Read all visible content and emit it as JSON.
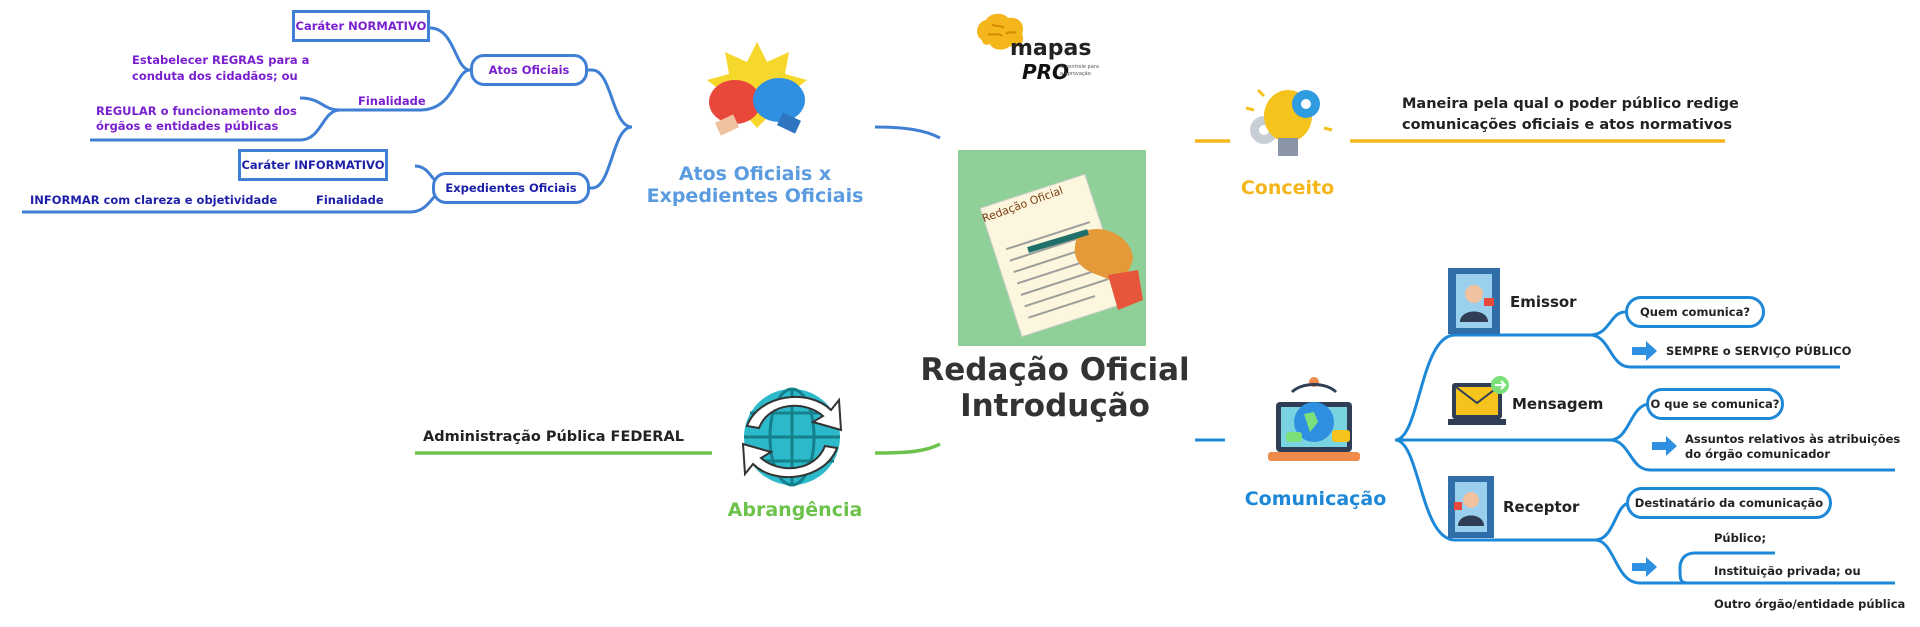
{
  "center": {
    "line1": "Redação Oficial",
    "line2": "Introdução",
    "paper_text": "Redação Oficial"
  },
  "logo": {
    "brand": "mapas",
    "pro": "PRO",
    "tagline_1": "O controle para",
    "tagline_2": "a aprovação"
  },
  "atos": {
    "title_1": "Atos Oficiais x",
    "title_2": "Expedientes Oficiais",
    "atos_oficiais": "Atos Oficiais",
    "carater_normativo": "Caráter NORMATIVO",
    "finalidade_1": "Finalidade",
    "estabelecer_1": "Estabelecer REGRAS para a",
    "estabelecer_2": "conduta dos cidadãos; ou",
    "regular_1": "REGULAR o funcionamento dos",
    "regular_2": "órgãos e entidades públicas",
    "expedientes_oficiais": "Expedientes Oficiais",
    "carater_informativo": "Caráter INFORMATIVO",
    "finalidade_2": "Finalidade",
    "informar": "INFORMAR com clareza e objetividade"
  },
  "conceito": {
    "title": "Conceito",
    "desc_1": "Maneira pela qual o poder público redige",
    "desc_2": "comunicações oficiais e atos normativos"
  },
  "abrangencia": {
    "title": "Abrangência",
    "desc": "Administração Pública FEDERAL"
  },
  "comunicacao": {
    "title": "Comunicação",
    "emissor": "Emissor",
    "quem": "Quem comunica?",
    "sempre": "SEMPRE o SERVIÇO PÚBLICO",
    "mensagem": "Mensagem",
    "oque": "O que se comunica?",
    "assuntos_1": "Assuntos relativos às atribuições",
    "assuntos_2": "do órgão comunicador",
    "receptor": "Receptor",
    "destinatario": "Destinatário da comunicação",
    "publico": "Público;",
    "privada": "Instituição privada; ou",
    "outro": "Outro órgão/entidade pública"
  },
  "colors": {
    "blue": "#3f7fd4",
    "orange": "#f4b61a",
    "green": "#6cc24a",
    "teal": "#1e88d8",
    "purple": "#7a1fcf",
    "navy": "#1d1fa8"
  }
}
